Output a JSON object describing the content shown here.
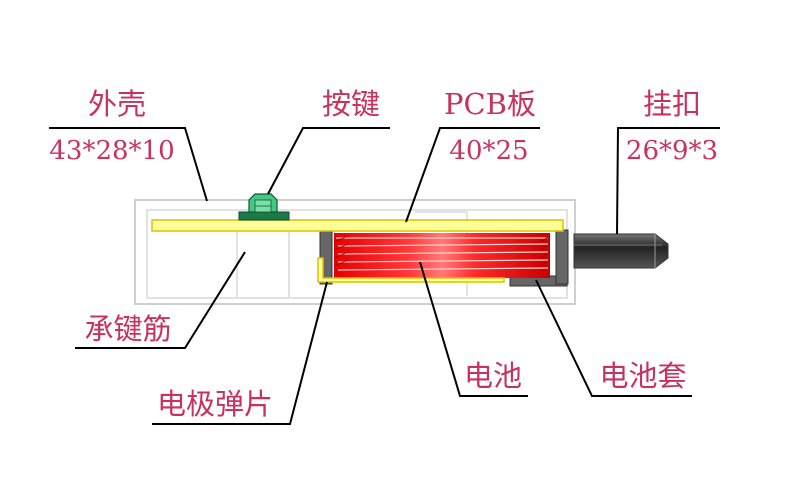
{
  "labels": {
    "shell": {
      "name": "外壳",
      "size": "43*28*10"
    },
    "key": {
      "name": "按键"
    },
    "pcb": {
      "name": "PCB板",
      "size": "40*25"
    },
    "hook": {
      "name": "挂扣",
      "size": "26*9*3"
    },
    "key_rib": {
      "name": "承键筋"
    },
    "spring": {
      "name": "电极弹片"
    },
    "battery": {
      "name": "电池"
    },
    "battery_sleeve": {
      "name": "电池套"
    }
  },
  "colors": {
    "label_text": "#c8325f",
    "pcb_fill": "#ffff99",
    "pcb_stroke": "#d8c400",
    "battery": "#ff0000",
    "battery_sleeve": "#666666",
    "key_green": "#2aa860",
    "shell_outline": "#c8c8c8"
  }
}
